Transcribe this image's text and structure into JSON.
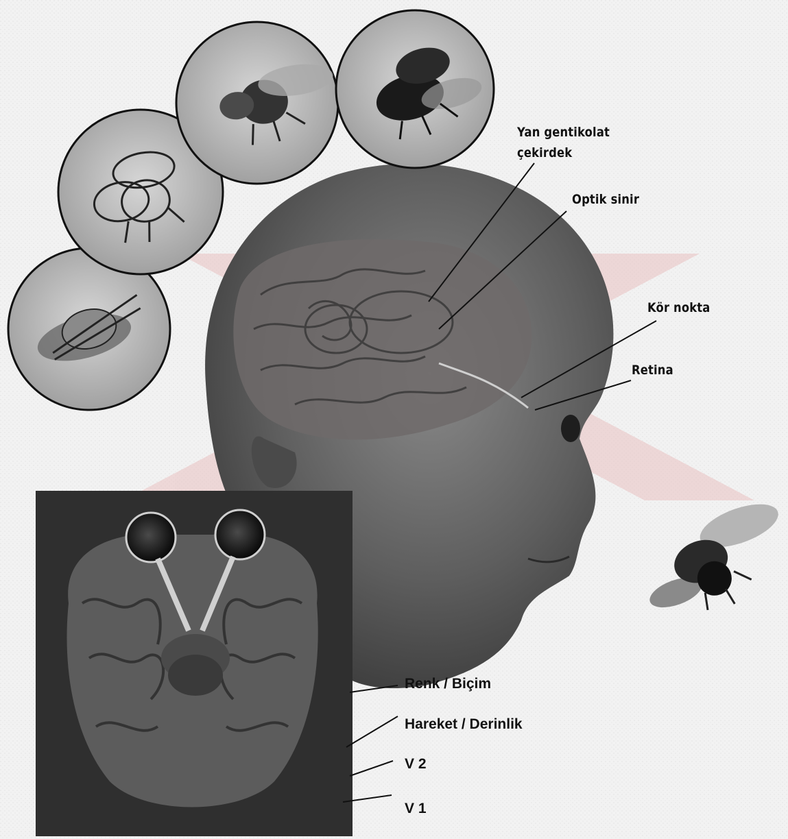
{
  "figure": {
    "labels_top": [
      {
        "id": "lgn",
        "text": "Yan gentikolat\nçekirdek"
      },
      {
        "id": "optic-nerve",
        "text": "Optik sinir"
      },
      {
        "id": "blind-spot",
        "text": "Kör nokta"
      },
      {
        "id": "retina",
        "text": "Retina"
      }
    ],
    "labels_bottom": [
      {
        "id": "color-form",
        "text": "Renk / Biçim"
      },
      {
        "id": "motion-depth",
        "text": "Hareket / Derinlik"
      },
      {
        "id": "v2",
        "text": "V 2"
      },
      {
        "id": "v1",
        "text": "V 1"
      }
    ],
    "icons": [
      "fly-icon",
      "head-brain-illustration",
      "brain-cross-section",
      "watermark-x"
    ],
    "colors": {
      "background": "#f4f4f4",
      "ink": "#111111",
      "watermark": "#e8b8b8"
    }
  }
}
